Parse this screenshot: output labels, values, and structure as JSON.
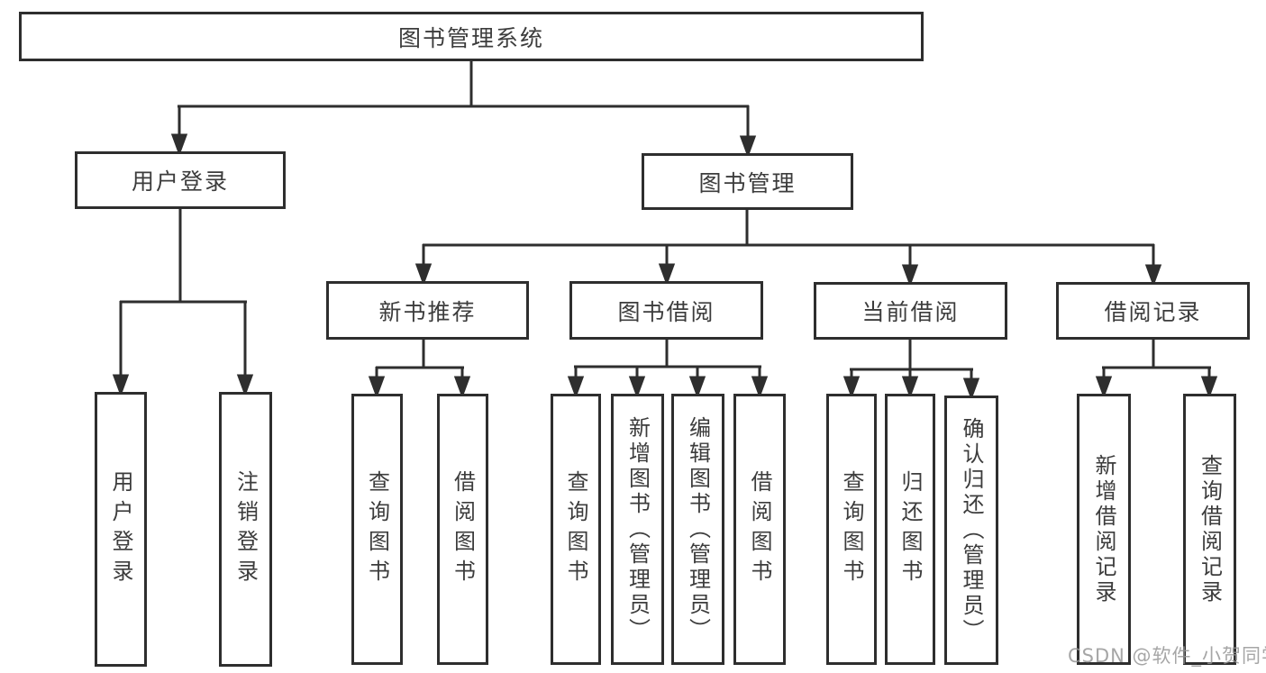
{
  "diagram_title": "图书管理系统",
  "nodes": {
    "root": {
      "label": "图书管理系统"
    },
    "user_login": {
      "label": "用户登录"
    },
    "book_mgmt": {
      "label": "图书管理"
    },
    "new_book_rec": {
      "label": "新书推荐"
    },
    "book_borrow": {
      "label": "图书借阅"
    },
    "current_borrow": {
      "label": "当前借阅"
    },
    "borrow_records": {
      "label": "借阅记录"
    },
    "leaf_user_login": {
      "label": "用户登录"
    },
    "leaf_logout": {
      "label": "注销登录"
    },
    "leaf_rec_query": {
      "label": "查询图书"
    },
    "leaf_rec_borrow": {
      "label": "借阅图书"
    },
    "leaf_bb_query": {
      "label": "查询图书"
    },
    "leaf_bb_add": {
      "label": "新增图书（管理员）"
    },
    "leaf_bb_edit": {
      "label": "编辑图书（管理员）"
    },
    "leaf_bb_borrow": {
      "label": "借阅图书"
    },
    "leaf_cb_query": {
      "label": "查询图书"
    },
    "leaf_cb_return": {
      "label": "归还图书"
    },
    "leaf_cb_confirm": {
      "label": "确认归还（管理员）"
    },
    "leaf_br_add": {
      "label": "新增借阅记录"
    },
    "leaf_br_query": {
      "label": "查询借阅记录"
    }
  },
  "watermark": "CSDN @软件_小贺同学",
  "colors": {
    "line": "#2e2e2e",
    "text": "#3c3c3c",
    "box_background": "#ffffff",
    "watermark": "#969696"
  }
}
